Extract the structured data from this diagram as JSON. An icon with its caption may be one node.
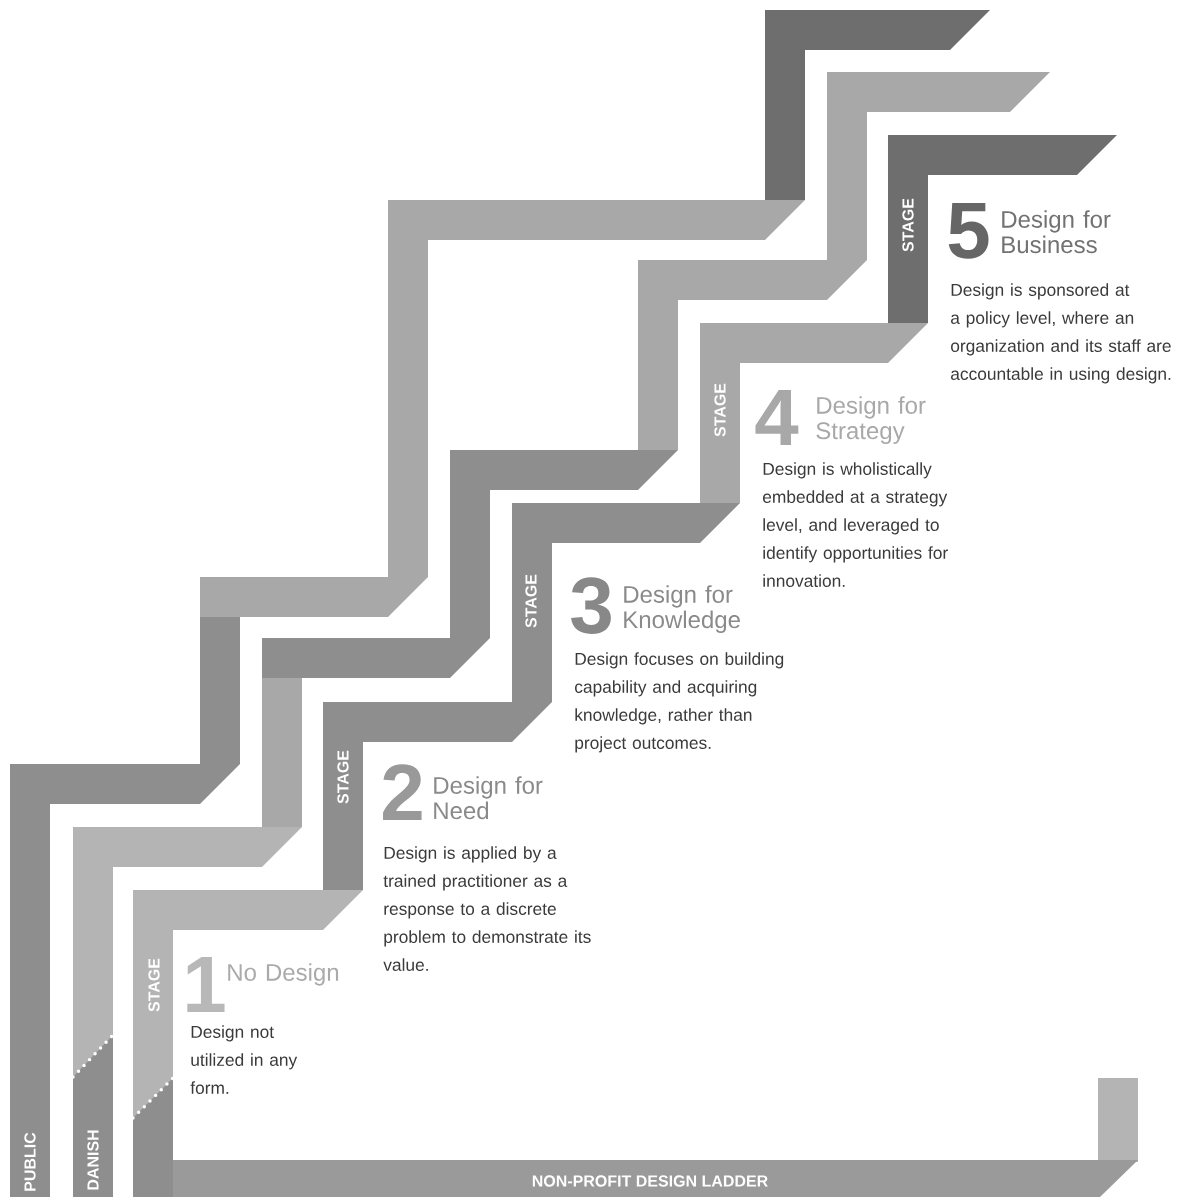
{
  "diagram": {
    "labels": [
      "STAGE",
      "5",
      "Design for Business",
      "Design is sponsored at a policy level, where an organization and its staff are accountable in using design.",
      "STAGE",
      "4",
      "Design for Strategy",
      "Design is wholistically embedded at a strategy level, and leveraged to identify opportunities for innovation.",
      "STAGE",
      "3",
      "Design for Knowledge",
      "Design focuses on building capability and acquiring knowledge, rather than project outcomes.",
      "STAGE",
      "2",
      "Design for Need",
      "Design is applied by a trained practitioner as a response to a discrete problem to demonstrate its value.",
      "STAGE",
      "1",
      "No Design",
      "Design not utilized in any form.",
      "PUBLIC",
      "DANISH",
      "NON-PROFIT DESIGN LADDER"
    ]
  }
}
